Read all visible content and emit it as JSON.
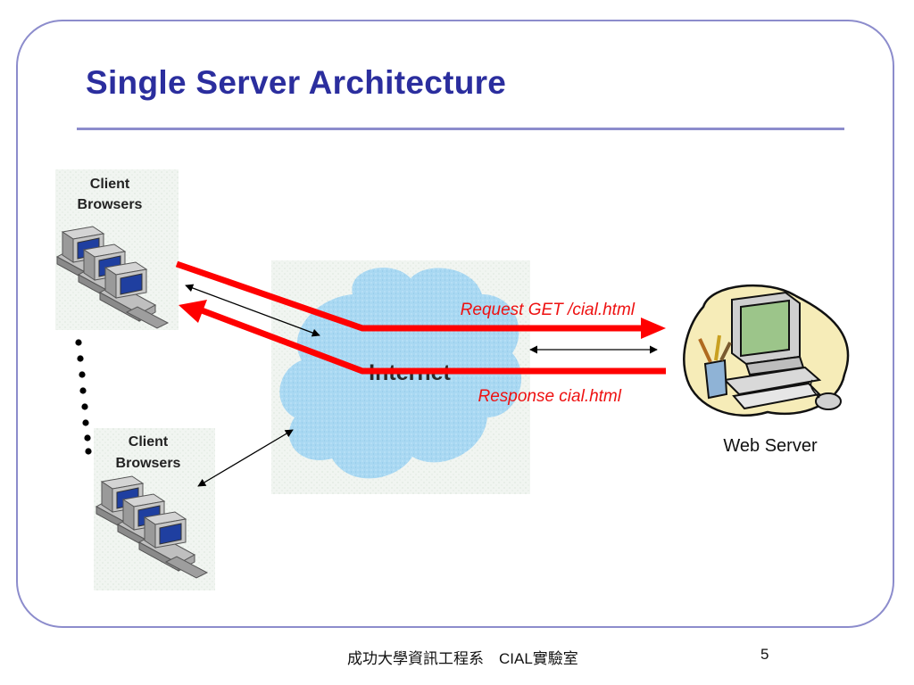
{
  "slide": {
    "title": "Single Server Architecture",
    "footer_text": "成功大學資訊工程系　CIAL實驗室",
    "page_number": "5"
  },
  "diagram": {
    "client_top": {
      "line1": "Client",
      "line2": "Browsers"
    },
    "client_bottom": {
      "line1": "Client",
      "line2": "Browsers"
    },
    "cloud_label": "Internet",
    "request_label": "Request GET /cial.html",
    "response_label": "Response cial.html",
    "server_label": "Web Server",
    "colors": {
      "title": "#2b2e9e",
      "frame": "#8c8ccc",
      "red_arrow": "#ff0000",
      "cloud": "#a9d8f2",
      "monitor_screen": "#1f3fa0"
    }
  }
}
